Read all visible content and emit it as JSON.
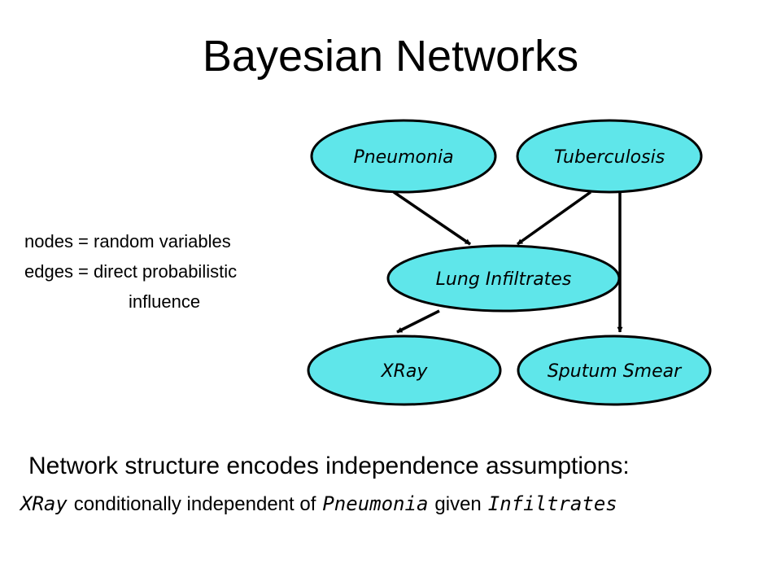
{
  "title": "Bayesian Networks",
  "legend": {
    "nodes_line": "nodes = random variables",
    "edges_line": "edges = direct probabilistic",
    "edges_line_cont": "influence"
  },
  "colors": {
    "node_fill": "#5FE6EA",
    "node_stroke": "#000000",
    "edge": "#000000"
  },
  "nodes": [
    {
      "id": "pneumonia",
      "label": "Pneumonia"
    },
    {
      "id": "tuberculosis",
      "label": "Tuberculosis"
    },
    {
      "id": "lung-infiltrates",
      "label": "Lung Infiltrates"
    },
    {
      "id": "xray",
      "label": "XRay"
    },
    {
      "id": "sputum-smear",
      "label": "Sputum Smear"
    }
  ],
  "edges": [
    {
      "from": "pneumonia",
      "to": "lung-infiltrates"
    },
    {
      "from": "tuberculosis",
      "to": "lung-infiltrates"
    },
    {
      "from": "tuberculosis",
      "to": "sputum-smear"
    },
    {
      "from": "lung-infiltrates",
      "to": "xray"
    }
  ],
  "statement": "Network structure encodes independence assumptions:",
  "example": {
    "subject": "XRay",
    "text1": "conditionally independent of",
    "object": "Pneumonia",
    "text2": "given",
    "condition": "Infiltrates"
  }
}
